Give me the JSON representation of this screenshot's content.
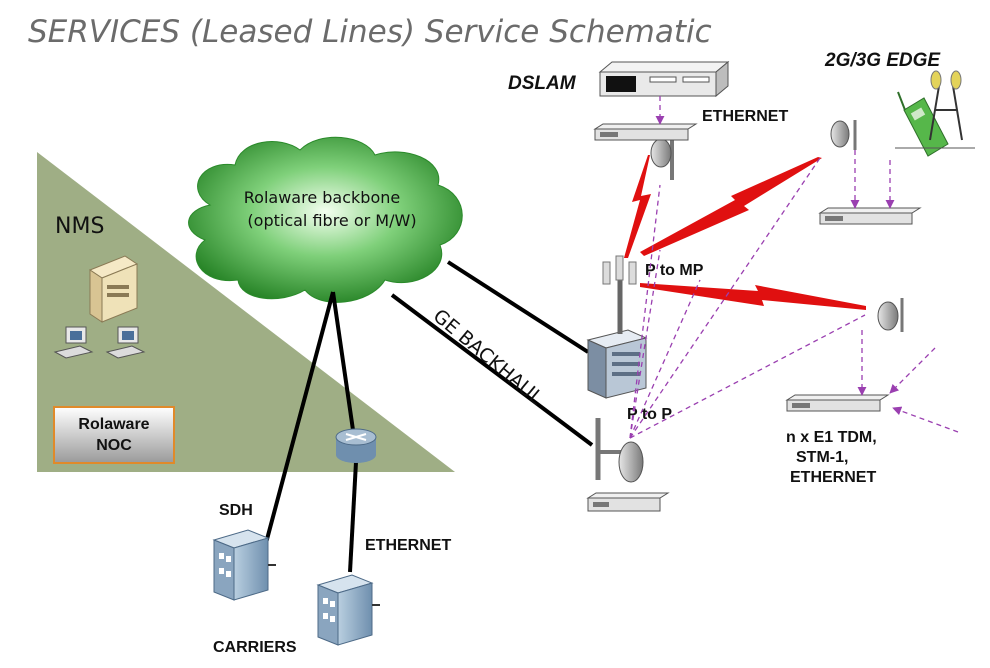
{
  "title": "SERVICES (Leased Lines) Service Schematic",
  "nms": {
    "label": "NMS",
    "noc_line1": "Rolaware",
    "noc_line2": "NOC"
  },
  "cloud": {
    "line1": "Rolaware  backbone",
    "line2": "(optical fibre or M/W)"
  },
  "links": {
    "ge_backhaul": "GE BACKHAUL",
    "p_to_mp": "P to MP",
    "p_to_p": "P to P"
  },
  "labels": {
    "dslam": "DSLAM",
    "ethernet_top": "ETHERNET",
    "edge": "2G/3G EDGE",
    "services_line1": "n x E1 TDM,",
    "services_line2": "STM-1,",
    "services_line3": "ETHERNET",
    "sdh": "SDH",
    "ethernet_bottom": "ETHERNET",
    "carriers": "CARRIERS"
  },
  "colors": {
    "triangle": "#9fae85",
    "cloud": "#3aa63a",
    "lightning": "#e01010",
    "dashed": "#9a3fb0",
    "noc_border": "#e08a2a"
  }
}
